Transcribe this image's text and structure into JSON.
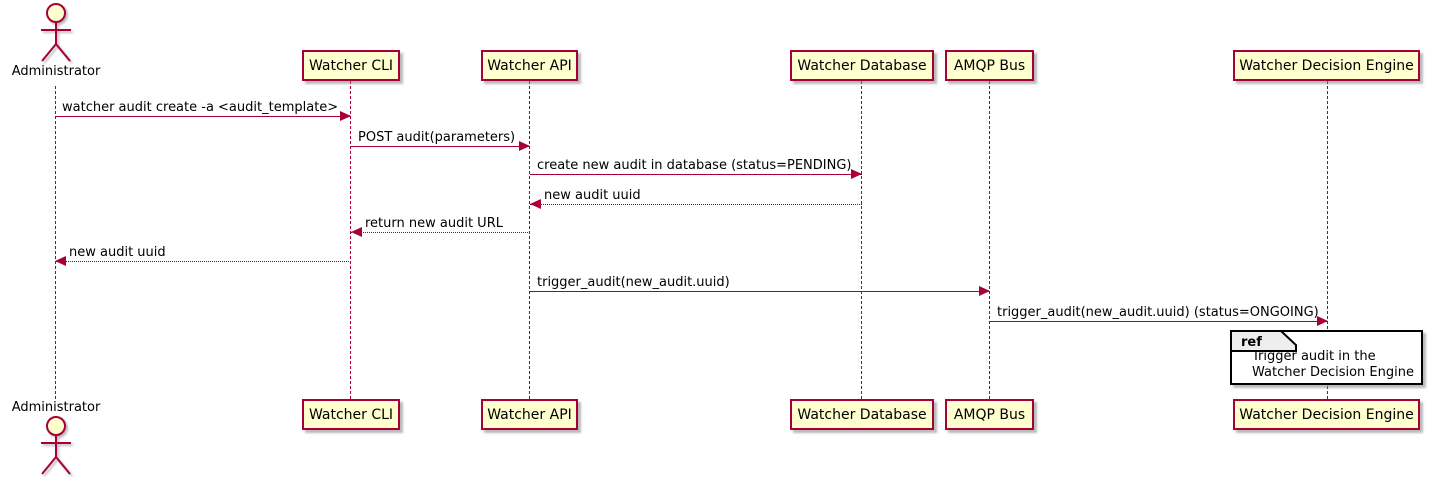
{
  "diagram": {
    "type": "sequence-diagram",
    "style": "plantuml"
  },
  "actor": {
    "label": "Administrator"
  },
  "participants": [
    {
      "label": "Watcher CLI"
    },
    {
      "label": "Watcher API"
    },
    {
      "label": "Watcher Database"
    },
    {
      "label": "AMQP Bus"
    },
    {
      "label": "Watcher Decision Engine"
    }
  ],
  "messages": [
    {
      "from": "Administrator",
      "to": "Watcher CLI",
      "text": "watcher audit create -a <audit_template>",
      "line": "solid",
      "direction": "right"
    },
    {
      "from": "Watcher CLI",
      "to": "Watcher API",
      "text": "POST audit(parameters)",
      "line": "solid",
      "direction": "right"
    },
    {
      "from": "Watcher API",
      "to": "Watcher Database",
      "text": "create new audit in database (status=PENDING)",
      "line": "solid",
      "direction": "right"
    },
    {
      "from": "Watcher Database",
      "to": "Watcher API",
      "text": "new audit uuid",
      "line": "dotted",
      "direction": "left"
    },
    {
      "from": "Watcher API",
      "to": "Watcher CLI",
      "text": "return new audit URL",
      "line": "dotted",
      "direction": "left"
    },
    {
      "from": "Watcher CLI",
      "to": "Administrator",
      "text": "new audit uuid",
      "line": "dotted",
      "direction": "left"
    },
    {
      "from": "Watcher API",
      "to": "AMQP Bus",
      "text": "trigger_audit(new_audit.uuid)",
      "line": "solid",
      "direction": "right"
    },
    {
      "from": "AMQP Bus",
      "to": "Watcher Decision Engine",
      "text": "trigger_audit(new_audit.uuid) (status=ONGOING)",
      "line": "solid",
      "direction": "right"
    }
  ],
  "ref": {
    "keyword": "ref",
    "lines": [
      "Trigger audit in the",
      "Watcher Decision Engine"
    ],
    "text": "Trigger audit in the Watcher Decision Engine",
    "over": "Watcher Decision Engine"
  },
  "colors": {
    "participant_fill": "#FEFECE",
    "participant_border": "#A80036",
    "line_color": "#A80036",
    "text_color": "#000000",
    "ref_tab_fill": "#EEEEEE",
    "ref_border": "#000000",
    "background": "#FFFFFF"
  }
}
